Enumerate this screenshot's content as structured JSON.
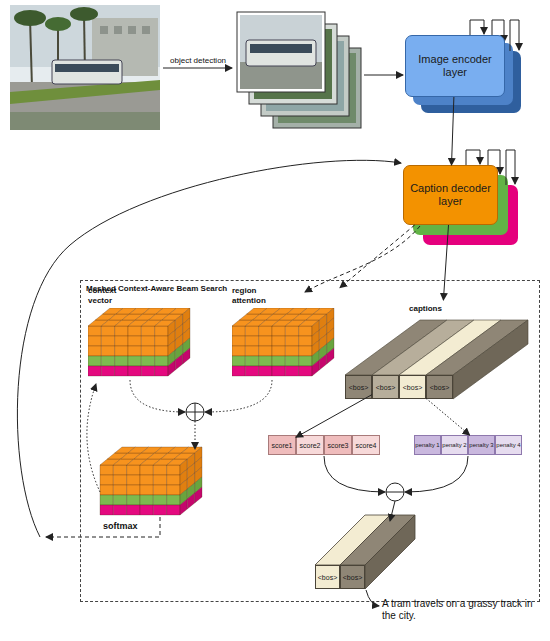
{
  "diagram": {
    "nodes": [
      {
        "text": [
          "Image encoder layer"
        ]
      },
      {
        "text": [
          "Caption decoder layer"
        ]
      },
      {
        "text": [
          "Meshed Context-Aware Beam Search"
        ]
      },
      {
        "text": [
          "context vector"
        ],
        "in": 2
      },
      {
        "text": [
          "region attention"
        ],
        "in": 2
      },
      {
        "text": [
          "captions"
        ],
        "in": 2
      },
      {
        "text": [
          "<bos>"
        ],
        "in": 5
      },
      {
        "text": [
          "<bos>"
        ],
        "in": 5
      },
      {
        "text": [
          "<bos>"
        ],
        "in": 5
      },
      {
        "text": [
          "<bos>"
        ],
        "in": 5
      },
      {
        "text": [
          "score1"
        ],
        "in": 2
      },
      {
        "text": [
          "score2"
        ],
        "in": 2
      },
      {
        "text": [
          "score3"
        ],
        "in": 2
      },
      {
        "text": [
          "score4"
        ],
        "in": 2
      },
      {
        "text": [
          "penalty 1"
        ],
        "in": 2
      },
      {
        "text": [
          "penalty 2"
        ],
        "in": 2
      },
      {
        "text": [
          "penalty 3"
        ],
        "in": 2
      },
      {
        "text": [
          "penalty 4"
        ],
        "in": 2
      },
      {
        "text": [
          "<bos>"
        ],
        "in": 2
      },
      {
        "text": [
          "<bos>"
        ],
        "in": 2
      }
    ],
    "edges": [
      {
        "from": 0,
        "to": 1,
        "arrow": "to"
      },
      {
        "from": 1,
        "to": 5,
        "arrow": "to"
      },
      {
        "from": 1,
        "to": 4,
        "arrow": "to"
      },
      {
        "from": 7,
        "to": 10,
        "arrow": "to"
      },
      {
        "from": 8,
        "to": 16,
        "arrow": "to"
      }
    ],
    "labels": [
      "object detection",
      "softmax",
      "A tram travels on a grassy track in the city."
    ]
  }
}
